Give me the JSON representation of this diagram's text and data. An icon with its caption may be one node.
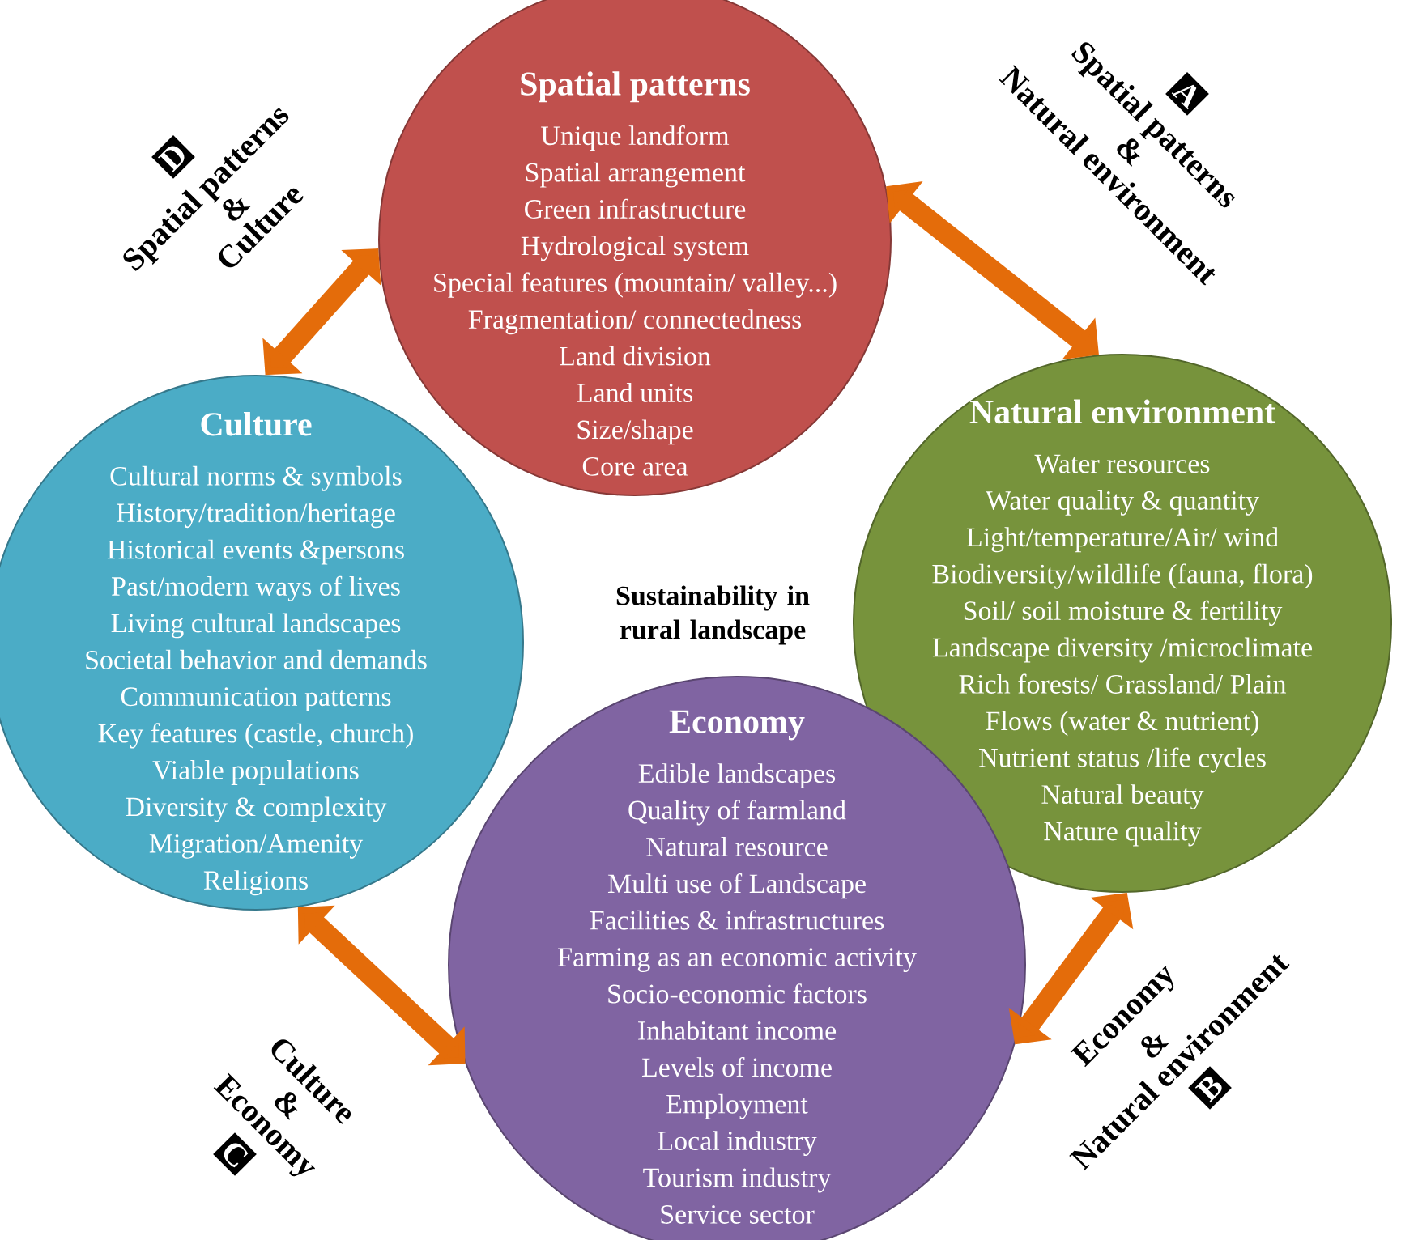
{
  "diagram": {
    "nodes": [
      {
        "text": [
          "Spatial patterns",
          "Unique landform",
          "Spatial arrangement",
          "Green infrastructure",
          "Hydrological system",
          "Special features (mountain/ valley...)",
          "Fragmentation/ connectedness",
          "Land division",
          "Land units",
          "Size/shape",
          "Core area"
        ]
      },
      {
        "text": [
          "Culture",
          "Cultural norms & symbols",
          "History/tradition/heritage",
          "Historical events &persons",
          "Past/modern ways of lives",
          "Living cultural landscapes",
          "Societal behavior and demands",
          "Communication patterns",
          "Key features (castle, church)",
          "Viable populations",
          "Diversity & complexity",
          "Migration/Amenity",
          "Religions"
        ]
      },
      {
        "text": [
          "Natural environment",
          "Water resources",
          "Water quality & quantity",
          "Light/temperature/Air/ wind",
          "Biodiversity/wildlife (fauna, flora)",
          "Soil/ soil moisture & fertility",
          "Landscape diversity /microclimate",
          "Rich forests/ Grassland/ Plain",
          "Flows (water & nutrient)",
          "Nutrient status /life cycles",
          "Natural beauty",
          "Nature quality"
        ]
      },
      {
        "text": [
          "Economy",
          "Edible landscapes",
          "Quality of farmland",
          "Natural resource",
          "Multi use of Landscape",
          "Facilities & infrastructures",
          "Farming as an economic activity",
          "Socio-economic factors",
          "Inhabitant income",
          "Levels of income",
          "Employment",
          "Local industry",
          "Tourism industry",
          "Service sector"
        ]
      }
    ],
    "edges": [
      {
        "from": 1,
        "to": 0,
        "arrow": "both"
      },
      {
        "from": 0,
        "to": 2,
        "arrow": "both"
      },
      {
        "from": 2,
        "to": 3,
        "arrow": "both"
      },
      {
        "from": 1,
        "to": 3,
        "arrow": "both"
      }
    ],
    "labels": [
      "D",
      "Spatial patterns",
      "&",
      "Culture",
      "A",
      "Spatial patterns",
      "&",
      "Natural environment",
      "Sustainability in rural landscape",
      "Culture",
      "&",
      "Economy",
      "C",
      "Economy",
      "&",
      "Natural environment",
      "B"
    ]
  }
}
